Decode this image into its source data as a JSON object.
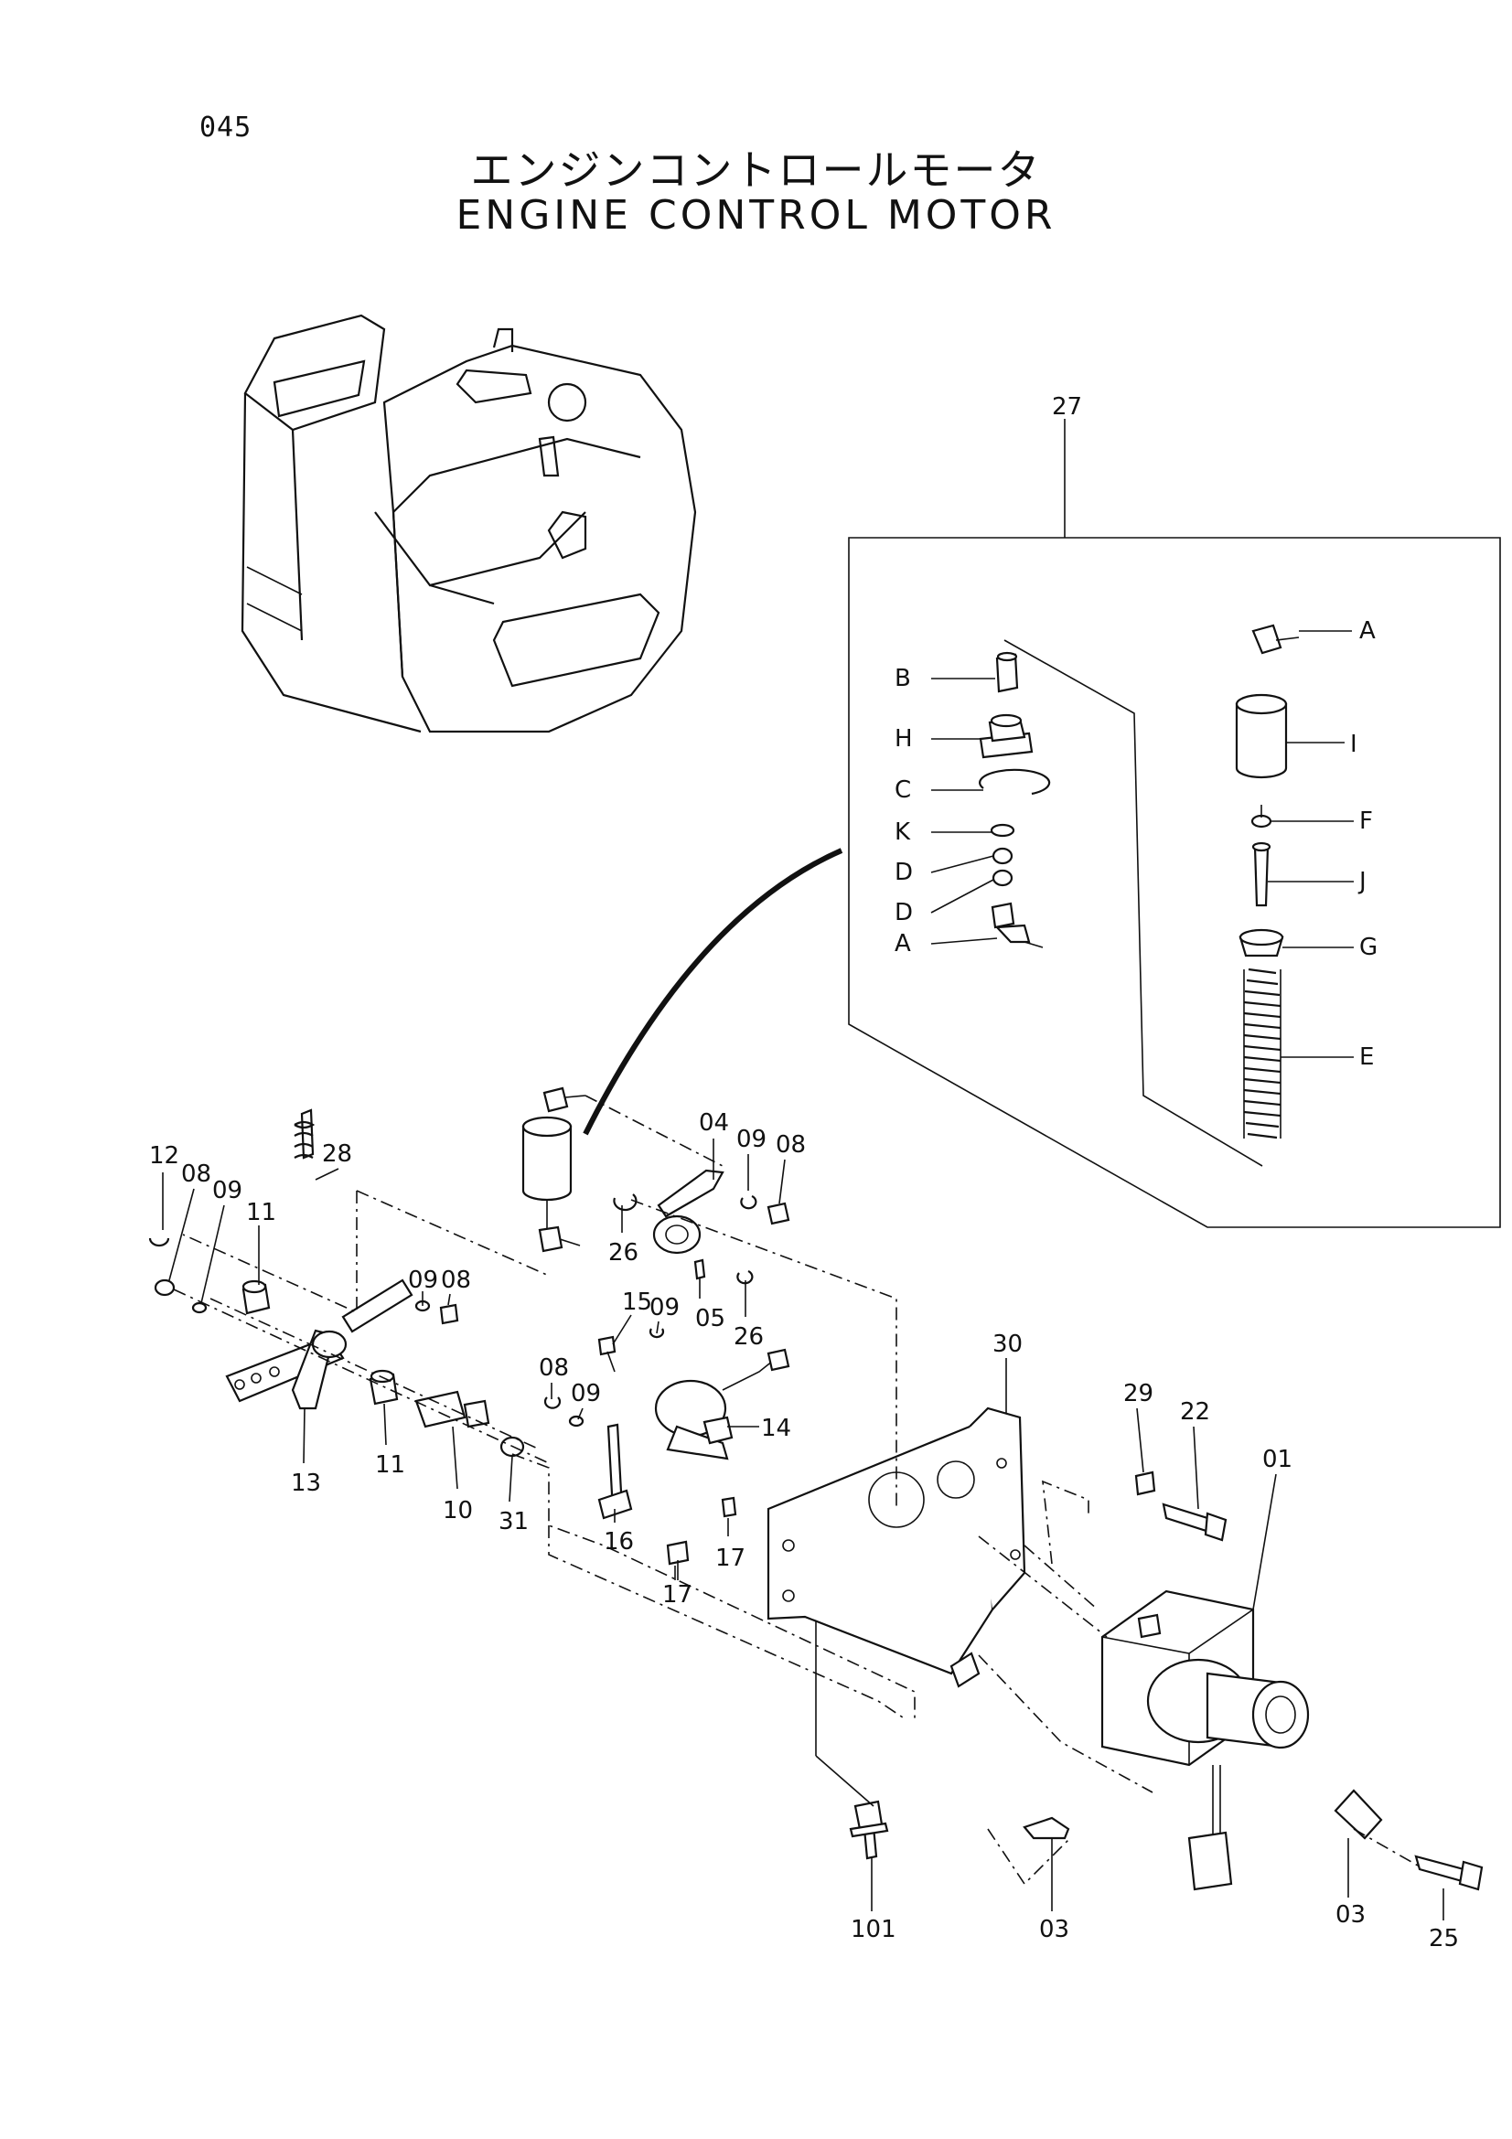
{
  "page_number": "045",
  "title_jp": "エンジンコントロールモータ",
  "title_en": "ENGINE CONTROL MOTOR",
  "assembly_label": "27",
  "assembly_parts": [
    "A",
    "B",
    "H",
    "C",
    "K",
    "D",
    "D",
    "A",
    "I",
    "F",
    "J",
    "G",
    "E"
  ],
  "part_labels": [
    "12",
    "08",
    "09",
    "11",
    "28",
    "13",
    "11",
    "10",
    "31",
    "09",
    "08",
    "04",
    "09",
    "08",
    "26",
    "05",
    "26",
    "15",
    "09",
    "08",
    "09",
    "14",
    "16",
    "17",
    "17",
    "30",
    "29",
    "22",
    "01",
    "101",
    "03",
    "03",
    "25"
  ]
}
